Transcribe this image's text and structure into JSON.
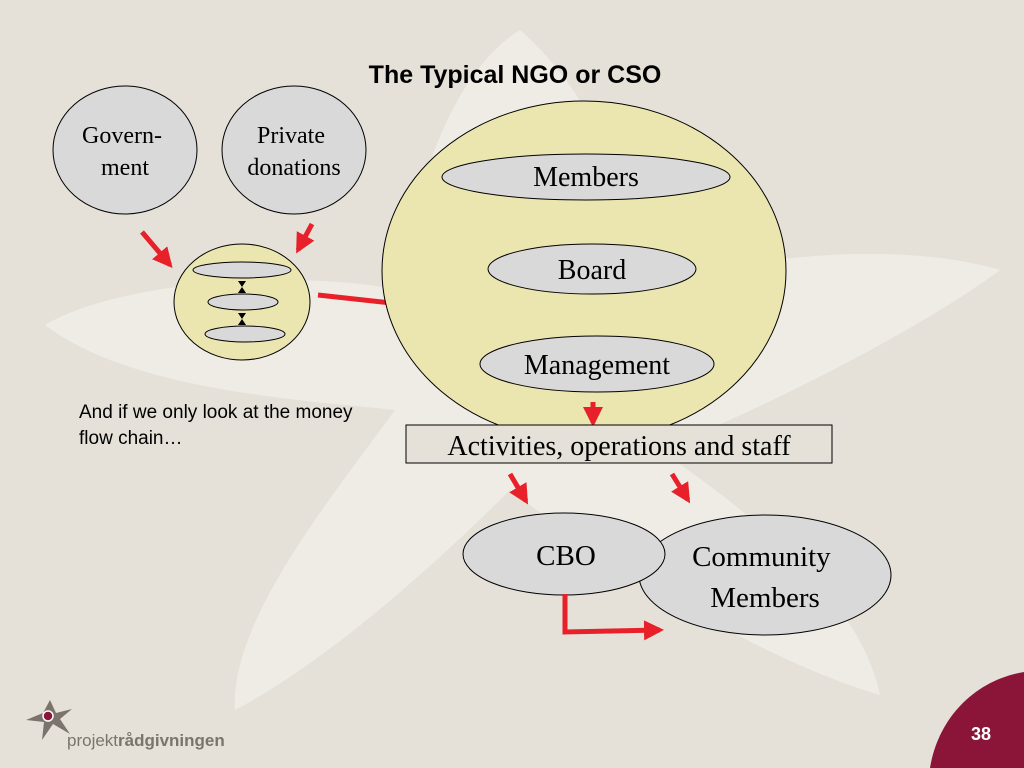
{
  "slide": {
    "title": "The Typical NGO or CSO",
    "page_number": "38"
  },
  "nodes": {
    "government_line1": "Govern-",
    "government_line2": "ment",
    "private_line1": "Private",
    "private_line2": "donations",
    "members": "Members",
    "board": "Board",
    "management": "Management",
    "activities": "Activities, operations and staff",
    "cbo": "CBO",
    "community_line1": "Community",
    "community_line2": "Members"
  },
  "note": {
    "text": "And if we only look at the money flow chain…"
  },
  "logo": {
    "prefix": "projekt",
    "suffix": "rådgivningen"
  },
  "colors": {
    "background": "#e5e1d8",
    "star_watermark": "#efece6",
    "organization_fill": "#ebe5b0",
    "node_fill": "#d9d9d9",
    "arrow": "#e8202a",
    "corner_badge": "#8a1538"
  }
}
